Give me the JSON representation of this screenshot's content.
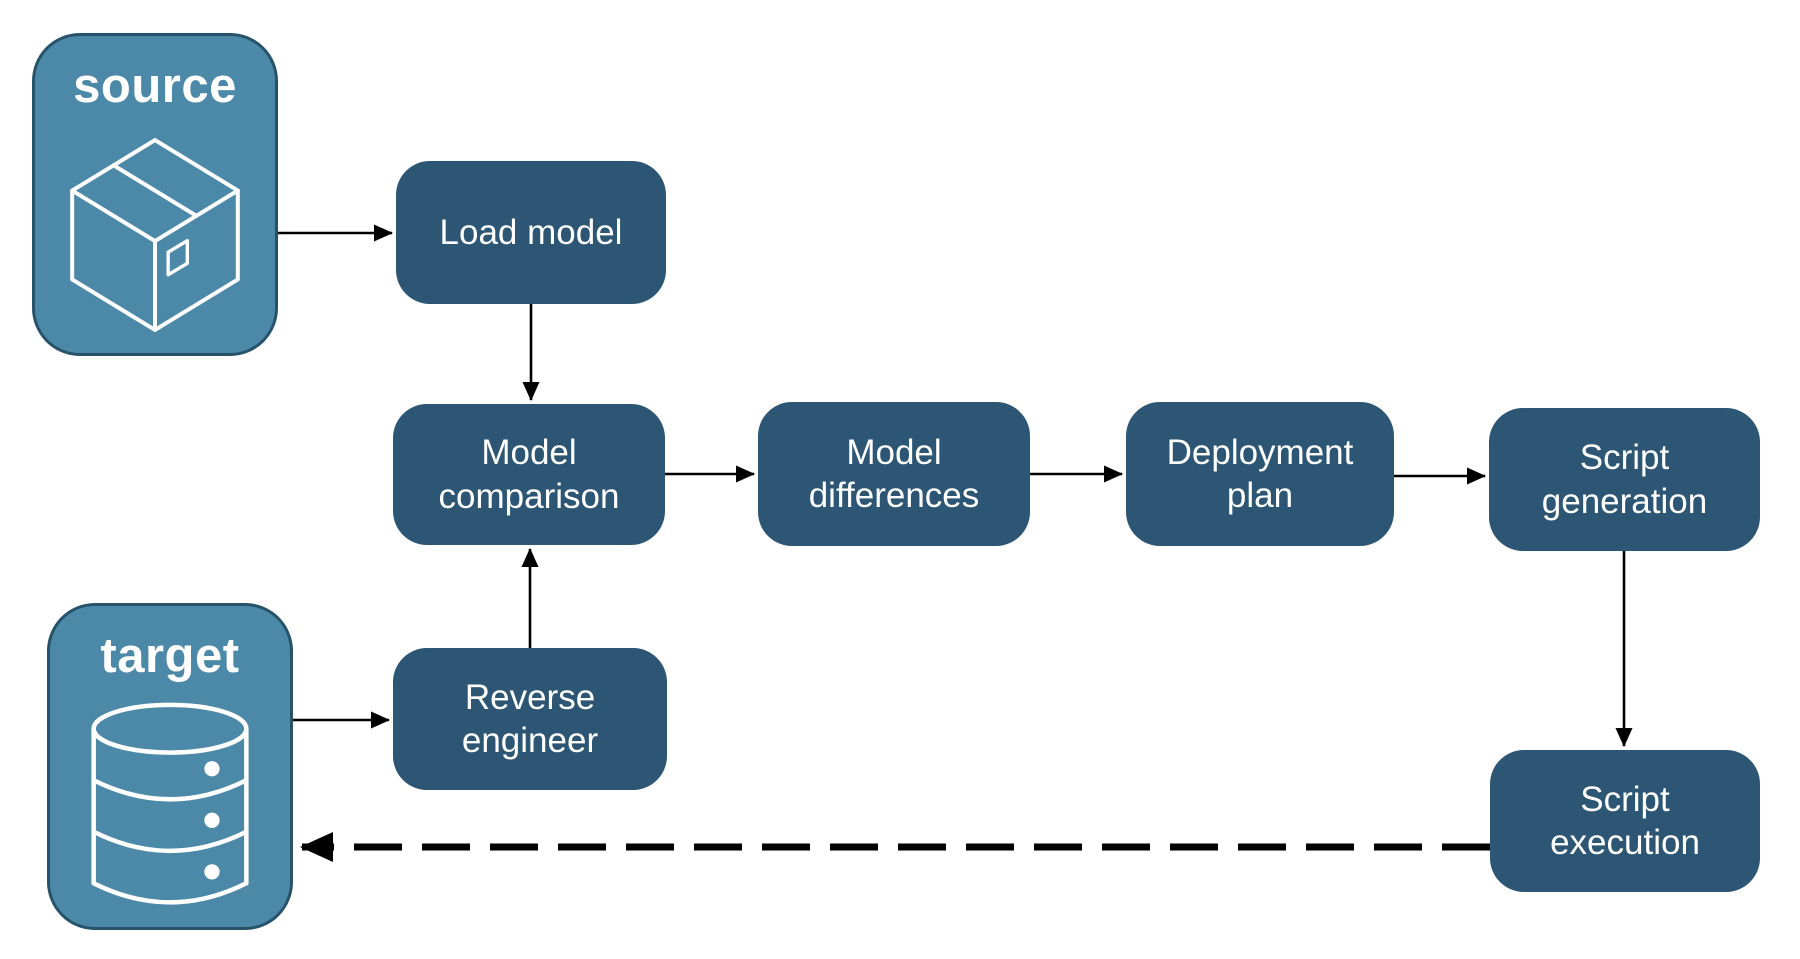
{
  "diagram": {
    "endpoints": {
      "source": {
        "label": "source",
        "icon": "package-icon"
      },
      "target": {
        "label": "target",
        "icon": "database-icon"
      }
    },
    "steps": {
      "load_model": {
        "label": "Load model"
      },
      "model_comparison": {
        "label": "Model comparison"
      },
      "model_differences": {
        "label": "Model differences"
      },
      "deployment_plan": {
        "label": "Deployment plan"
      },
      "script_generation": {
        "label": "Script generation"
      },
      "reverse_engineer": {
        "label": "Reverse engineer"
      },
      "script_execution": {
        "label": "Script execution"
      }
    },
    "connections": [
      {
        "from": "source",
        "to": "load_model",
        "style": "solid"
      },
      {
        "from": "load_model",
        "to": "model_comparison",
        "style": "solid"
      },
      {
        "from": "model_comparison",
        "to": "model_differences",
        "style": "solid"
      },
      {
        "from": "model_differences",
        "to": "deployment_plan",
        "style": "solid"
      },
      {
        "from": "deployment_plan",
        "to": "script_generation",
        "style": "solid"
      },
      {
        "from": "target",
        "to": "reverse_engineer",
        "style": "solid"
      },
      {
        "from": "reverse_engineer",
        "to": "model_comparison",
        "style": "solid"
      },
      {
        "from": "script_generation",
        "to": "script_execution",
        "style": "solid"
      },
      {
        "from": "script_execution",
        "to": "target",
        "style": "thick-dashed"
      }
    ],
    "colors": {
      "endpoint_fill": "#4C89A8",
      "endpoint_border": "#27536A",
      "step_fill": "#2C5674",
      "label_text": "#FFFFFF",
      "arrow": "#000000",
      "background": "#FFFFFF"
    }
  }
}
